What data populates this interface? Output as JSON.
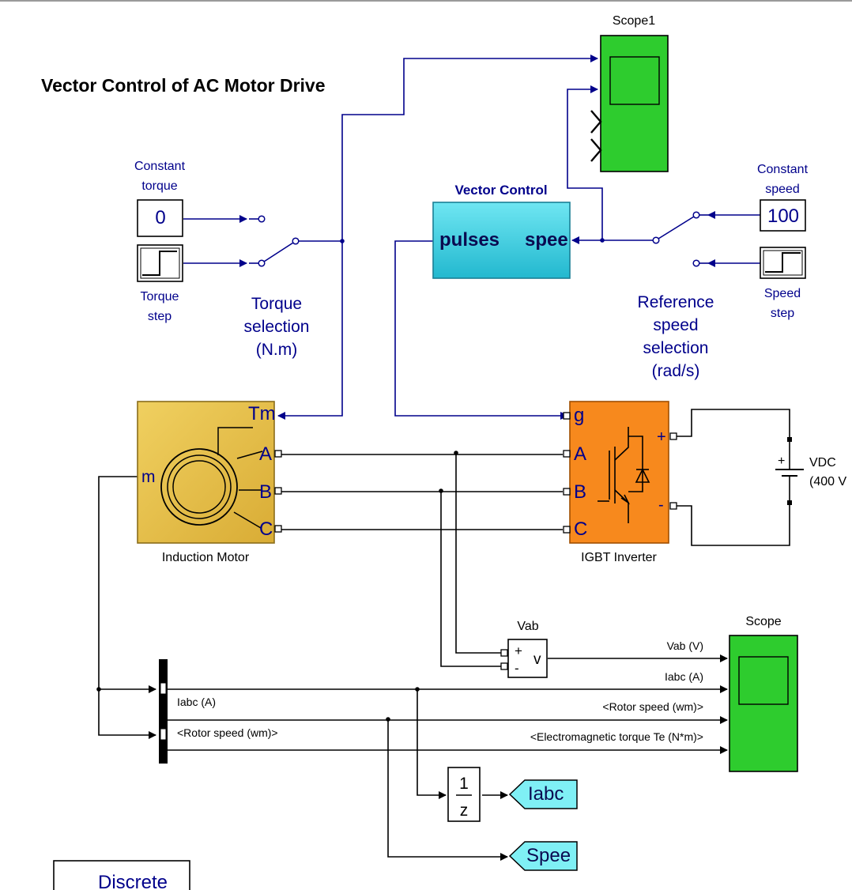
{
  "model": {
    "title": "Vector Control of AC Motor Drive"
  },
  "blocks": {
    "scope1": {
      "label": "Scope1"
    },
    "scope": {
      "label": "Scope"
    },
    "vector_control": {
      "label": "Vector Control",
      "port_left": "pulses",
      "port_right": "spee"
    },
    "constant_torque": {
      "label_line1": "Constant",
      "label_line2": "torque",
      "value": "0"
    },
    "torque_step": {
      "label_line1": "Torque",
      "label_line2": "step"
    },
    "torque_selection": {
      "line1": "Torque",
      "line2": "selection",
      "line3": "(N.m)"
    },
    "constant_speed": {
      "label_line1": "Constant",
      "label_line2": "speed",
      "value": "100"
    },
    "speed_step": {
      "label_line1": "Speed",
      "label_line2": "step"
    },
    "reference_speed_selection": {
      "line1": "Reference",
      "line2": "speed",
      "line3": "selection",
      "line4": "(rad/s)"
    },
    "induction_motor": {
      "label": "Induction Motor",
      "port_tm": "Tm",
      "port_m": "m",
      "port_a": "A",
      "port_b": "B",
      "port_c": "C"
    },
    "igbt_inverter": {
      "label": "IGBT Inverter",
      "port_g": "g",
      "port_a": "A",
      "port_b": "B",
      "port_c": "C",
      "port_plus": "+",
      "port_minus": "-"
    },
    "vdc": {
      "label_line1": "VDC",
      "label_line2": "(400 V",
      "sign": "+"
    },
    "vab": {
      "label": "Vab",
      "glyph": "v",
      "plus": "+",
      "minus": "-"
    },
    "unit_delay": {
      "numerator": "1",
      "denominator": "z"
    },
    "goto_iabc": {
      "tag": "Iabc"
    },
    "goto_speed": {
      "tag": "Spee"
    },
    "powergui": {
      "label": "Discrete"
    }
  },
  "signals": {
    "iabc_bus": "Iabc (A)",
    "rotor_speed_bus": "<Rotor speed (wm)>",
    "vab_v": "Vab (V)",
    "iabc_a": "Iabc (A)",
    "rotor_speed_out": "<Rotor speed (wm)>",
    "em_torque_out": "<Electromagnetic torque Te (N*m)>"
  },
  "colors": {
    "signal_line": "#00008b",
    "scope_fill": "#2ecc2e",
    "vector_control_fill": "#3fd0e0",
    "motor_fill": "#e8c24a",
    "inverter_fill": "#f7891d",
    "goto_fill": "#7ff0f5"
  }
}
